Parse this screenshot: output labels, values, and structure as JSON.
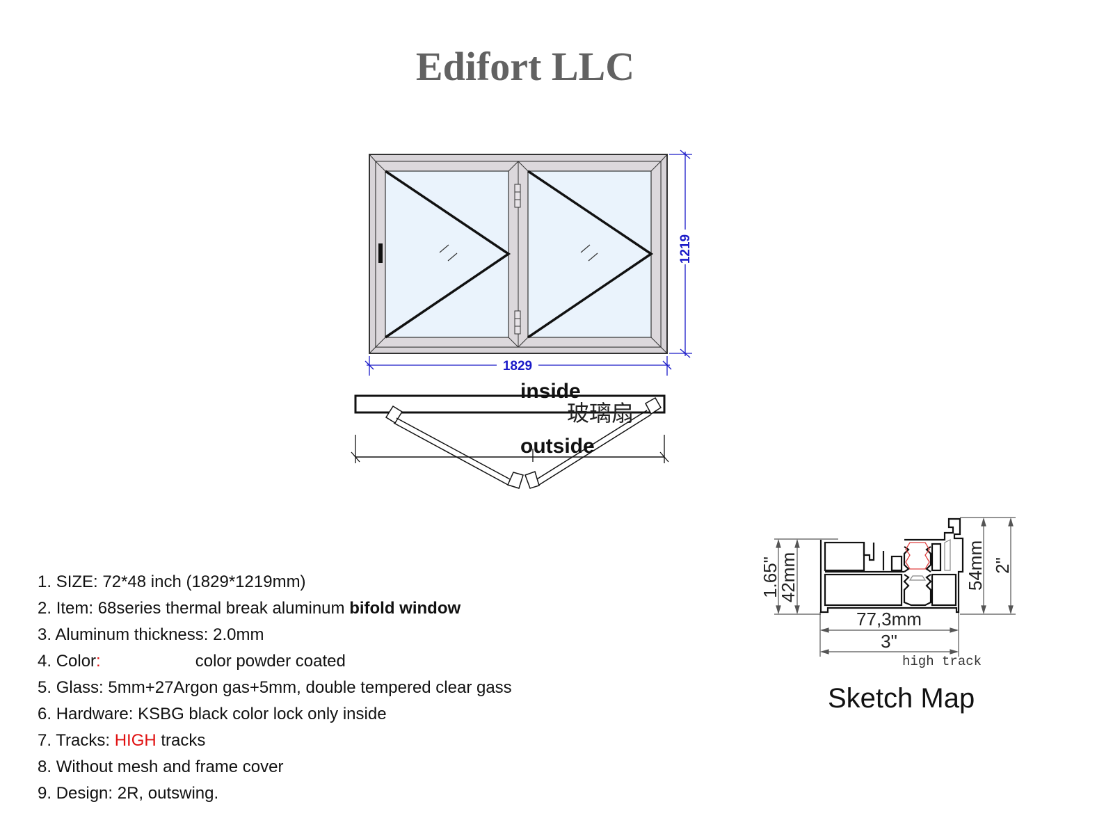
{
  "header": {
    "company_name": "Edifort LLC"
  },
  "elevation_drawing": {
    "width_dimension": "1829",
    "height_dimension": "1219",
    "dimension_color": "#1a1ac8",
    "glass_color": "#eaf3fc",
    "frame_color": "#d8d4d8",
    "panels": 2
  },
  "plan_drawing": {
    "inside_label": "inside",
    "outside_label": "outside",
    "glass_sash_label_cn": "玻璃扇"
  },
  "specs": {
    "items": [
      {
        "number": "1.",
        "text": "SIZE: 72*48 inch (1829*1219mm)"
      },
      {
        "number": "2.",
        "prefix": "Item: 68series thermal break aluminum ",
        "bold": "bifold window"
      },
      {
        "number": "3.",
        "text": "Aluminum thickness: 2.0mm"
      },
      {
        "number": "4.",
        "prefix": "Color",
        "colon": ":",
        "suffix": "color powder coated"
      },
      {
        "number": "5.",
        "text": "Glass: 5mm+27Argon gas+5mm, double tempered clear gass"
      },
      {
        "number": "6.",
        "text": "Hardware: KSBG black color lock only inside"
      },
      {
        "number": "7.",
        "prefix": "Tracks: ",
        "highlight": "HIGH",
        "suffix": " tracks"
      },
      {
        "number": "8.",
        "text": "Without mesh and frame cover"
      },
      {
        "number": "9.",
        "text": "Design: 2R, outswing."
      }
    ],
    "highlight_color": "#e01010"
  },
  "section_drawing": {
    "left_dim_inch": "1.65\"",
    "left_dim_mm": "42mm",
    "right_dim_mm": "54mm",
    "right_dim_inch": "2\"",
    "bottom_dim_mm": "77,3mm",
    "bottom_dim_inch": "3\"",
    "track_note": "high track",
    "caption": "Sketch Map"
  }
}
